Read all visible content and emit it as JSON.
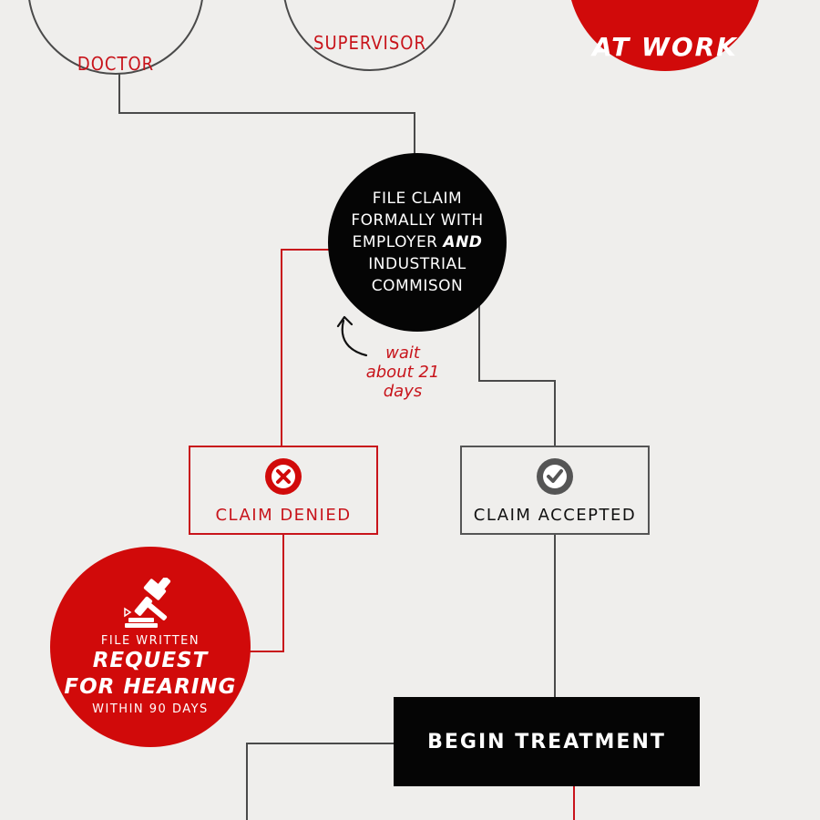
{
  "nodes": {
    "doctor": {
      "label": "Doctor"
    },
    "supervisor": {
      "label": "Supervisor"
    },
    "at_work": {
      "label": "At Work"
    },
    "file_claim": {
      "line1": "File claim",
      "line2": "formally with",
      "line3a": "employer ",
      "line3b": "and",
      "line4": "industrial",
      "line5": "commison"
    },
    "wait_note": {
      "line1": "wait",
      "line2": "about 21",
      "line3": "days"
    },
    "claim_denied": {
      "label": "Claim Denied",
      "icon": "x-circle-icon"
    },
    "claim_accepted": {
      "label": "Claim Accepted",
      "icon": "check-circle-icon"
    },
    "hearing": {
      "icon": "gavel-icon",
      "top": "File written",
      "big1": "Request",
      "big2": "for hearing",
      "bottom": "within 90 days"
    },
    "begin_treatment": {
      "label": "Begin Treatment"
    }
  },
  "colors": {
    "red": "#d10a0a",
    "dark_red_line": "#c8141b",
    "black": "#050505",
    "gray_line": "#4a4a4a",
    "background": "#efeeec"
  }
}
